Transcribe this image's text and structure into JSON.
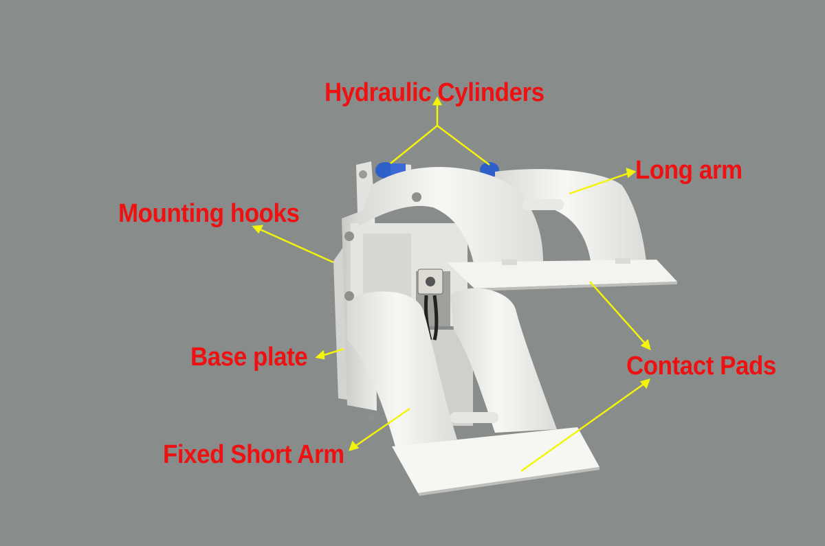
{
  "labels": {
    "hydraulic_cylinders": "Hydraulic Cylinders",
    "long_arm": "Long arm",
    "mounting_hooks": "Mounting hooks",
    "base_plate": "Base plate",
    "contact_pads": "Contact Pads",
    "fixed_short_arm": "Fixed Short Arm"
  },
  "colors": {
    "background": "#888d8c",
    "label": "#ee1111",
    "leader_line": "#f4f40a",
    "clamp_body": "#f1f1ee",
    "cylinder": "#2f5fc8"
  }
}
